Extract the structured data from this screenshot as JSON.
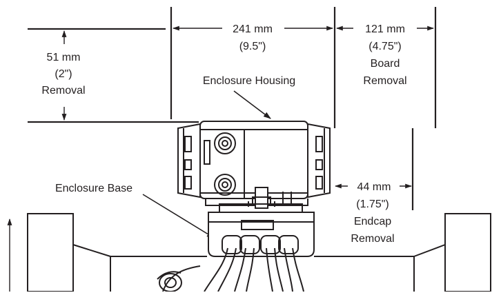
{
  "dimensions": {
    "width_241": {
      "mm": "241 mm",
      "inch": "(9.5\")"
    },
    "width_121": {
      "mm": "121 mm",
      "inch": "(4.75\")",
      "caption1": "Board",
      "caption2": "Removal"
    },
    "height_51": {
      "mm": "51 mm",
      "inch": "(2\")",
      "caption": "Removal"
    },
    "endcap_44": {
      "mm": "44 mm",
      "inch": "(1.75\")",
      "caption1": "Endcap",
      "caption2": "Removal"
    }
  },
  "callouts": {
    "housing": "Enclosure Housing",
    "base": "Enclosure Base"
  },
  "colors": {
    "ink": "#231f20",
    "background": "#ffffff"
  }
}
